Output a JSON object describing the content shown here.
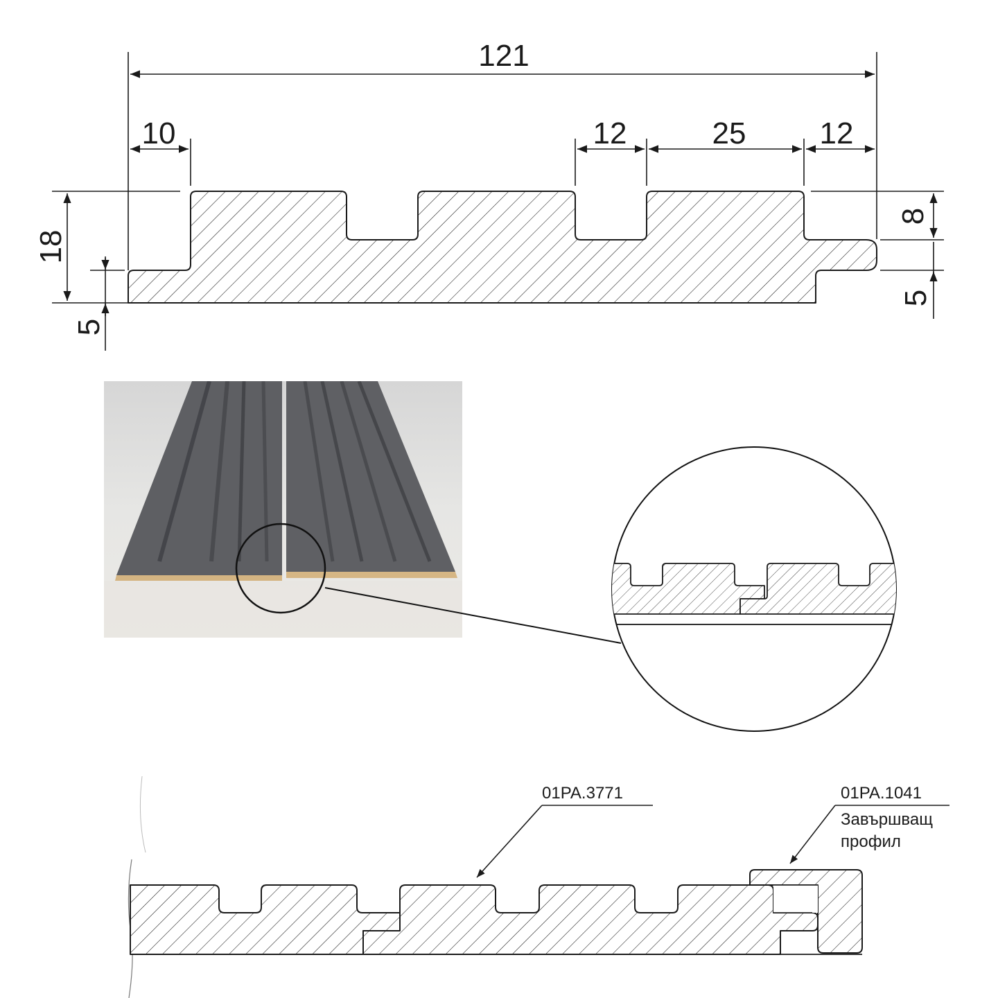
{
  "profile_dimensions": {
    "total_width": "121",
    "left_offset": "10",
    "groove_width": "12",
    "tongue_offset": "25",
    "right_edge": "12",
    "total_height": "18",
    "bottom_step": "5",
    "right_top": "8",
    "right_bottom": "5"
  },
  "photo": {
    "colors": {
      "panel": "#5f6064",
      "panel_dark": "#4a4b4f",
      "mdf": "#d9b98a",
      "background": "#e4e4e2"
    }
  },
  "assembly_labels": {
    "panel_code": "01PA.3771",
    "end_profile_code": "01PA.1041",
    "end_profile_name_line1": "Завършващ",
    "end_profile_name_line2": "профил"
  }
}
